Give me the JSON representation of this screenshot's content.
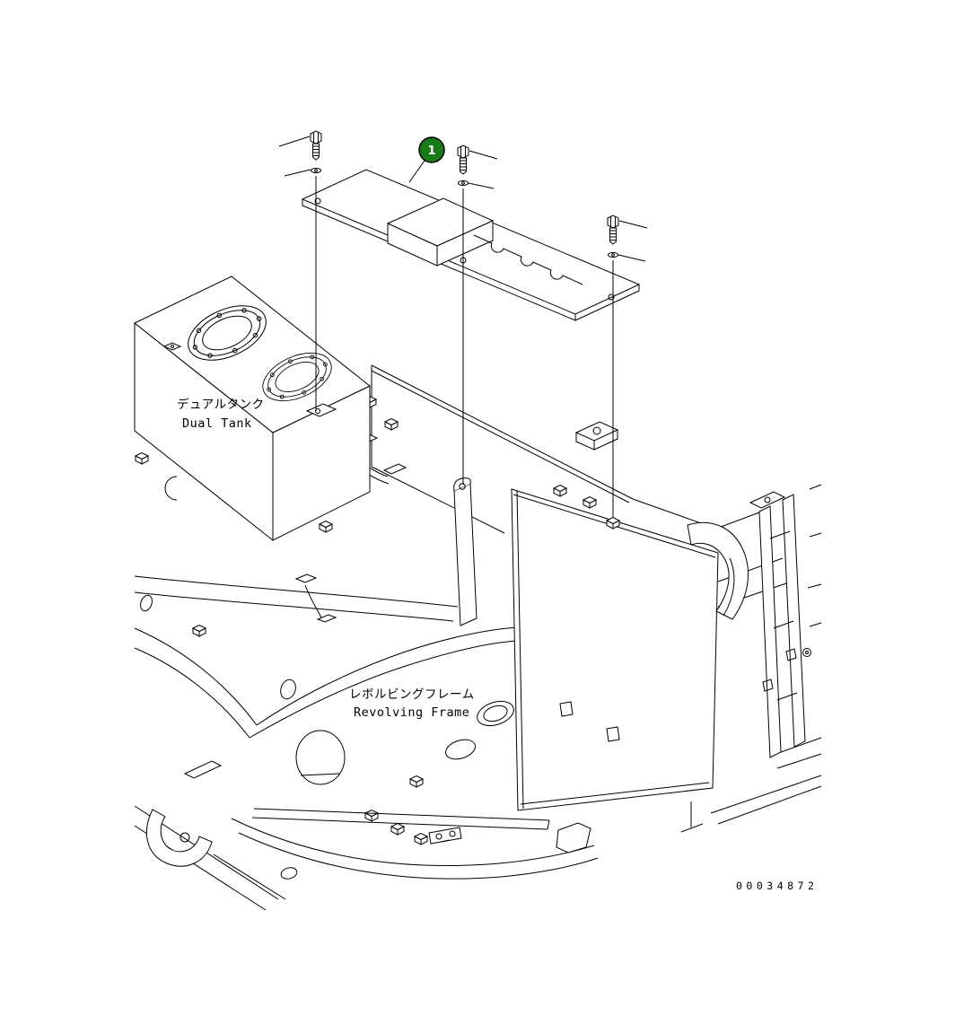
{
  "diagram": {
    "background_color": "#ffffff",
    "line_color": "#000000",
    "callout": {
      "label": "1",
      "fill_color": "#177c17",
      "text_color": "#ffffff"
    },
    "labels": {
      "dual_tank_jp": "デュアルタンク",
      "dual_tank_en": "Dual Tank",
      "revolving_frame_jp": "レボルビングフレーム",
      "revolving_frame_en": "Revolving Frame"
    },
    "part_number": "00034872"
  }
}
